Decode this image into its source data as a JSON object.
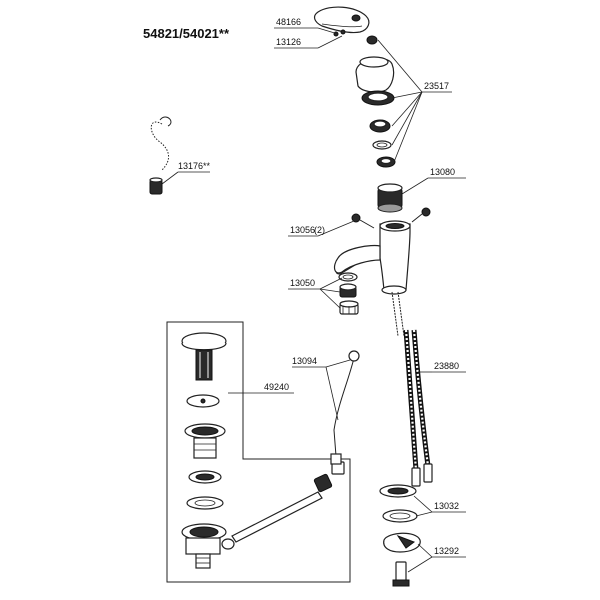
{
  "title": "54821/54021**",
  "labels": {
    "p48166": "48166",
    "p13126": "13126",
    "p23517": "23517",
    "p13176": "13176**",
    "p13080": "13080",
    "p13056": "13056",
    "p13056_qty": "(2)",
    "p13050": "13050",
    "p13094": "13094",
    "p49240": "49240",
    "p23880": "23880",
    "p13032": "13032",
    "p13292": "13292"
  }
}
